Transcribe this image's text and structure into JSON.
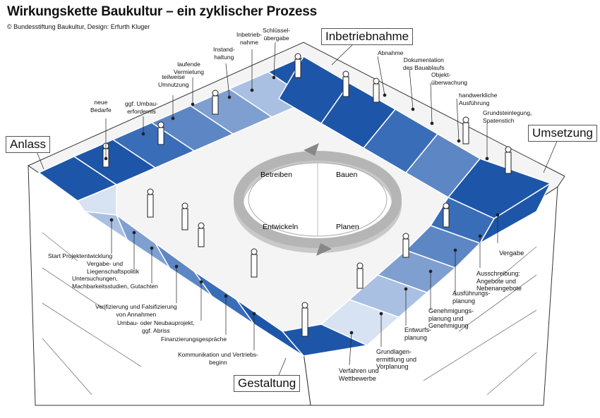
{
  "title": "Wirkungskette Baukultur – ein zyklischer Prozess",
  "credit": "© Bundesstiftung Baukultur, Design: Erfurth Kluger",
  "phases": {
    "anlass": "Anlass",
    "inbetriebnahme": "Inbetriebnahme",
    "umsetzung": "Umsetzung",
    "gestaltung": "Gestaltung"
  },
  "cycle": {
    "betreiben": "Betreiben",
    "bauen": "Bauen",
    "entwickeln": "Entwickeln",
    "planen": "Planen"
  },
  "steps": {
    "neue_bedarfe": "neue\nBedarfe",
    "umbauerfordernis": "ggf. Umbau-\nerfordernis",
    "teilweise_umnutzung": "teilweise\nUmnutzung",
    "laufende_vermietung": "laufende\nVermietung",
    "instandhaltung": "Instand-\nhaltung",
    "inbetriebnahme_step": "Inbetrieb-\nnahme",
    "schluesseluebergabe": "Schlüssel-\nübergabe",
    "abnahme": "Abnahme",
    "dokumentation": "Dokumentation\ndes Bauablaufs",
    "objektueberwachung": "Objekt-\nüberwachung",
    "handwerkliche_ausfuehrung": "handwerkliche\nAusführung",
    "grundsteinlegung": "Grundsteinlegung,\nSpatenstich",
    "vergabe": "Vergabe",
    "ausschreibung": "Ausschreibung:\nAngebote und\nNebenangebote",
    "ausfuehrungsplanung": "Ausführungs-\nplanung",
    "genehmigungsplanung": "Genehmigungs-\nplanung und\nGenehmigung",
    "entwurfsplanung": "Entwurfs-\nplanung",
    "grundlagenermittlung": "Grundlagen-\nermittlung und\nVorplanung",
    "verfahren": "Verfahren und\nWettbewerbe",
    "kommunikation": "Kommunikation und Vertriebs-\nbeginn",
    "finanzierung": "Finanzierungsgespräche",
    "umbau_neubau": "Umbau- oder Neubauprojekt,\nggf. Abriss",
    "verifizierung": "Verifizierung und Falsifizierung\nvon Annahmen",
    "untersuchungen": "Untersuchungen,\nMachbarkeitsstudien, Gutachten",
    "vergabe_liegenschaft": "Vergabe- und\nLiegenschaftspolitik",
    "start": "Start Projektentwicklung"
  },
  "colors": {
    "dark_blue": "#1d56a8",
    "mid_blue": "#5d86c4",
    "light_blue": "#a9c0e2",
    "pale_blue": "#d7e2f2",
    "outline": "#333333"
  }
}
